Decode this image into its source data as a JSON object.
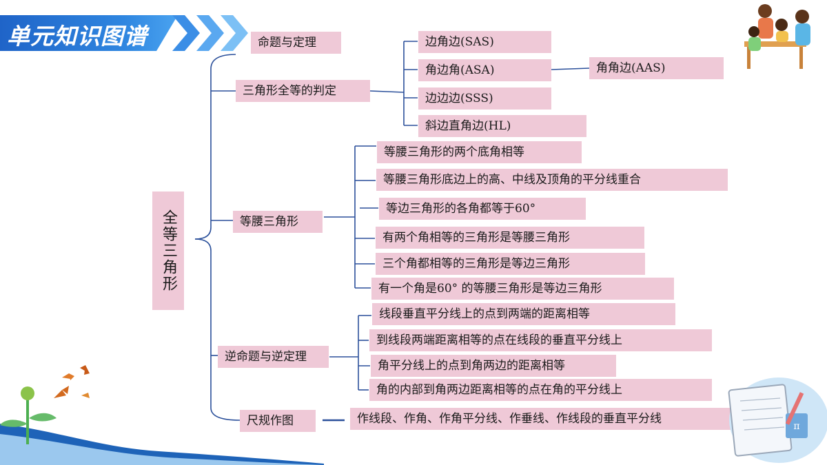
{
  "header": {
    "title": "单元知识图谱"
  },
  "root": {
    "label": "全等三角形"
  },
  "branches": {
    "proposition": {
      "label": "命题与定理"
    },
    "congruence": {
      "label": "三角形全等的判定",
      "items": [
        "边角边(SAS)",
        "角边角(ASA)",
        "边边边(SSS)",
        "斜边直角边(HL)"
      ],
      "derived": "角角边(AAS)"
    },
    "isosceles": {
      "label": "等腰三角形",
      "items": [
        "等腰三角形的两个底角相等",
        "等腰三角形底边上的高、中线及顶角的平分线重合",
        "等边三角形的各角都等于60°",
        "有两个角相等的三角形是等腰三角形",
        "三个角都相等的三角形是等边三角形",
        "有一个角是60° 的等腰三角形是等边三角形"
      ]
    },
    "converse": {
      "label": "逆命题与逆定理",
      "items": [
        "线段垂直平分线上的点到两端的距离相等",
        "到线段两端距离相等的点在线段的垂直平分线上",
        "角平分线上的点到角两边的距离相等",
        "角的内部到角两边距离相等的点在角的平分线上"
      ]
    },
    "construction": {
      "label": "尺规作图",
      "detail": "作线段、作角、作角平分线、作垂线、作线段的垂直平分线"
    }
  },
  "colors": {
    "box": "#efc9d7",
    "line": "#2a4f9a",
    "banner": "#1f64c8"
  },
  "icons": [
    "teachers-illustration-icon",
    "butterflies-icon",
    "plant-sprout-icon",
    "math-notebook-icon"
  ]
}
